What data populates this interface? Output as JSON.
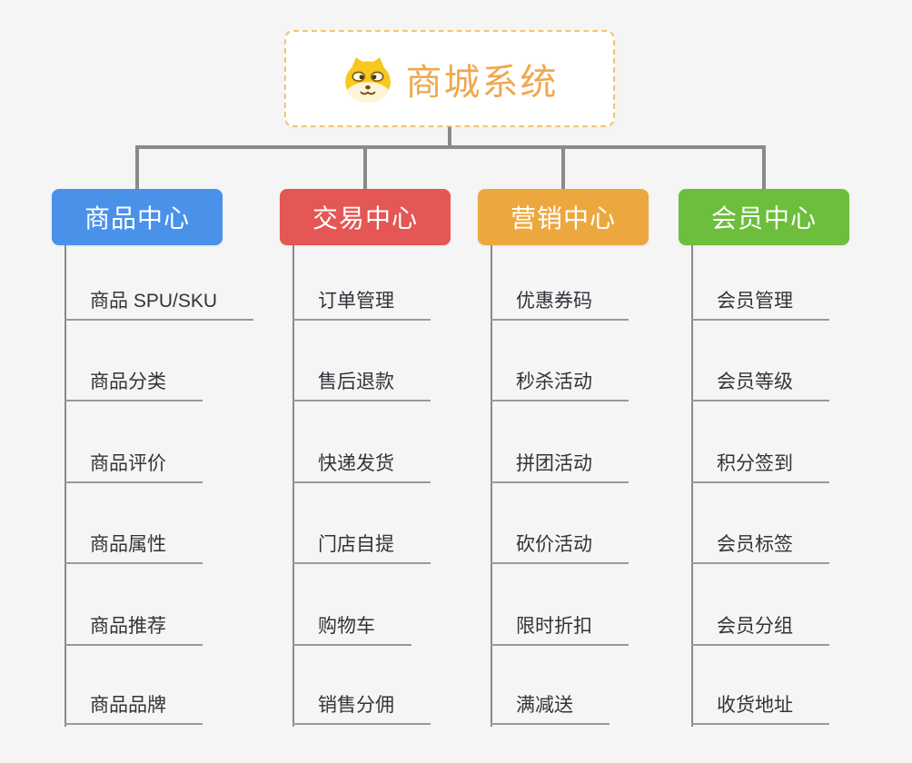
{
  "root": {
    "title": "商城系统",
    "icon": "dog-face-icon",
    "text_color": "#f0a84e",
    "border_color": "#f3c474"
  },
  "branches": [
    {
      "label": "商品中心",
      "color": "#4a91e9",
      "items": [
        "商品 SPU/SKU",
        "商品分类",
        "商品评价",
        "商品属性",
        "商品推荐",
        "商品品牌"
      ]
    },
    {
      "label": "交易中心",
      "color": "#e45754",
      "items": [
        "订单管理",
        "售后退款",
        "快递发货",
        "门店自提",
        "购物车",
        "销售分佣"
      ]
    },
    {
      "label": "营销中心",
      "color": "#eca83f",
      "items": [
        "优惠券码",
        "秒杀活动",
        "拼团活动",
        "砍价活动",
        "限时折扣",
        "满减送"
      ]
    },
    {
      "label": "会员中心",
      "color": "#6cbe3c",
      "items": [
        "会员管理",
        "会员等级",
        "积分签到",
        "会员标签",
        "会员分组",
        "收货地址"
      ]
    }
  ],
  "colors": {
    "background": "#f5f5f6",
    "connector": "#8a8a8a",
    "underline": "#9a9a9a",
    "item_text": "#33343a",
    "node_text": "#ffffff"
  }
}
